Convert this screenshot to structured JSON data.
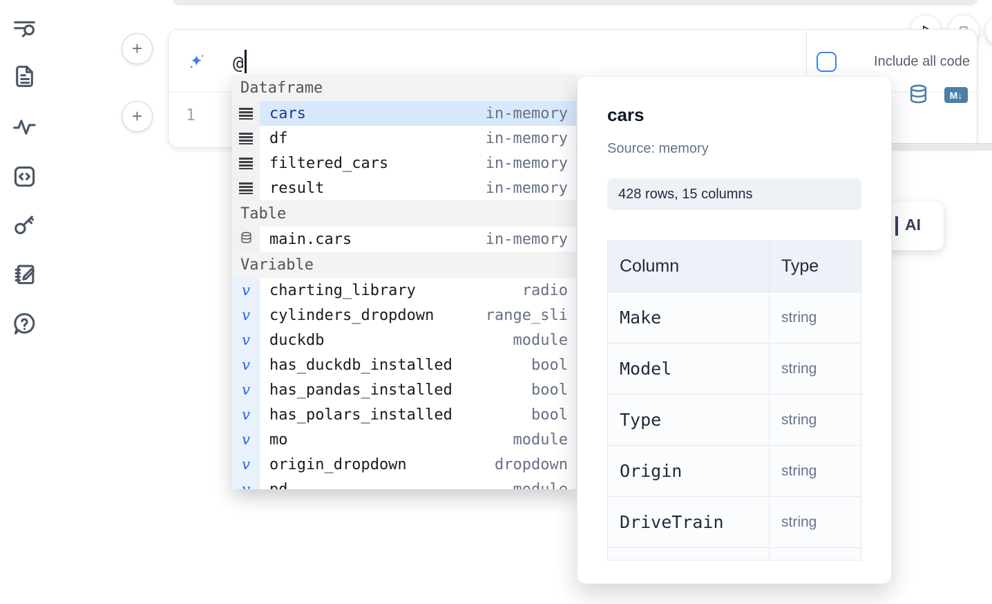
{
  "colors": {
    "accent": "#3b82f6",
    "selection_bg": "#d8e9fb",
    "selection_text": "#1e3a8a",
    "variable_icon_blue": "#2563eb",
    "cell_action_blue": "#4b7fa6",
    "sidebar_icon": "#4b5563"
  },
  "sidebar": {
    "icons": [
      "search-list-icon",
      "document-icon",
      "activity-icon",
      "code-square-icon",
      "key-icon",
      "scratchpad-icon",
      "help-chat-icon"
    ]
  },
  "toolbar": {
    "run_icon": "play-icon",
    "stop_icon": "stop-square-icon"
  },
  "prompt": {
    "value": "@",
    "include_all_code_label": "Include all code",
    "checkbox_checked": false,
    "sparkle_icon": "ai-sparkle-icon"
  },
  "cell": {
    "line_number": "1",
    "sql_action_icon": "database-icon",
    "markdown_badge_text": "M↓"
  },
  "ai_button": {
    "visible_label": "AI"
  },
  "completion": {
    "sections": [
      {
        "label": "Dataframe",
        "kind": "dataframe",
        "items": [
          {
            "name": "cars",
            "type": "in-memory",
            "selected": true
          },
          {
            "name": "df",
            "type": "in-memory"
          },
          {
            "name": "filtered_cars",
            "type": "in-memory"
          },
          {
            "name": "result",
            "type": "in-memory"
          }
        ]
      },
      {
        "label": "Table",
        "kind": "table",
        "items": [
          {
            "name": "main.cars",
            "type": "in-memory"
          }
        ]
      },
      {
        "label": "Variable",
        "kind": "variable",
        "items": [
          {
            "name": "charting_library",
            "type": "radio"
          },
          {
            "name": "cylinders_dropdown",
            "type": "range_sli"
          },
          {
            "name": "duckdb",
            "type": "module"
          },
          {
            "name": "has_duckdb_installed",
            "type": "bool"
          },
          {
            "name": "has_pandas_installed",
            "type": "bool"
          },
          {
            "name": "has_polars_installed",
            "type": "bool"
          },
          {
            "name": "mo",
            "type": "module"
          },
          {
            "name": "origin_dropdown",
            "type": "dropdown"
          },
          {
            "name": "pd",
            "type": "module",
            "partial": true
          }
        ]
      }
    ]
  },
  "preview": {
    "title": "cars",
    "source": "Source: memory",
    "summary": "428 rows, 15 columns",
    "table": {
      "headers": [
        "Column",
        "Type"
      ],
      "rows": [
        [
          "Make",
          "string"
        ],
        [
          "Model",
          "string"
        ],
        [
          "Type",
          "string"
        ],
        [
          "Origin",
          "string"
        ],
        [
          "DriveTrain",
          "string"
        ],
        [
          "",
          ""
        ]
      ]
    }
  }
}
